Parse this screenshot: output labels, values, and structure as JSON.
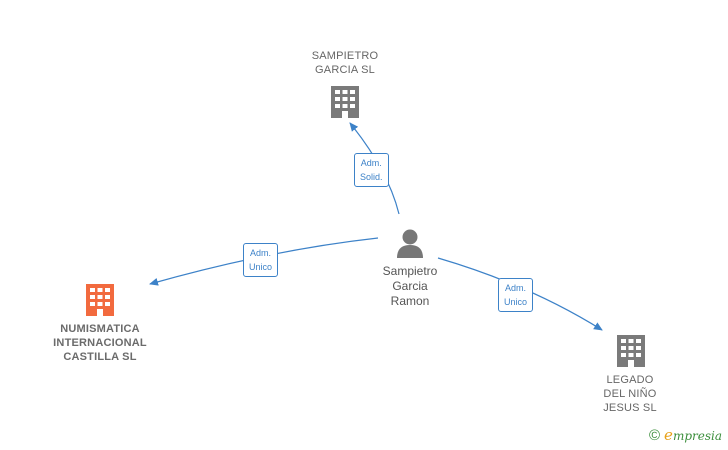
{
  "nodes": {
    "sampietro_garcia_sl": {
      "label": "SAMPIETRO\nGARCIA SL",
      "type": "company",
      "color": "#7a7a7a"
    },
    "numismatica": {
      "label": "NUMISMATICA\nINTERNACIONAL\nCASTILLA  SL",
      "type": "company",
      "color": "#f26a3e"
    },
    "legado": {
      "label": "LEGADO\nDEL NIÑO\nJESUS  SL",
      "type": "company",
      "color": "#7a7a7a"
    },
    "person": {
      "label": "Sampietro\nGarcia\nRamon",
      "type": "person",
      "color": "#777777"
    }
  },
  "edges": {
    "to_sampietro": "Adm.\nSolid.",
    "to_numismatica": "Adm.\nUnico",
    "to_legado": "Adm.\nUnico"
  },
  "colors": {
    "edge": "#3d82c8",
    "company_default": "#7a7a7a",
    "company_highlight": "#f26a3e"
  },
  "footer": {
    "copyright": "©",
    "brand_first": "e",
    "brand_rest": "mpresia"
  }
}
